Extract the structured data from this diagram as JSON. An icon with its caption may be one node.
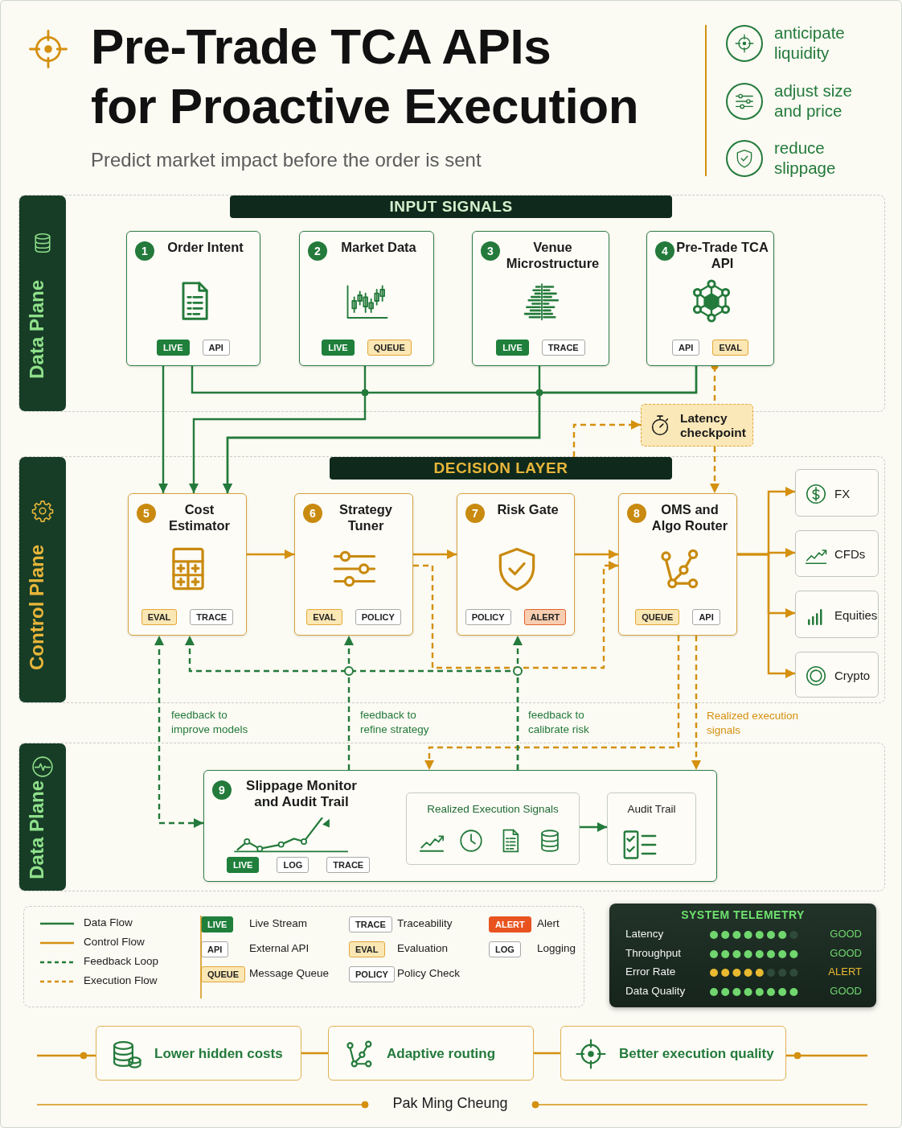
{
  "diagram": {
    "title": "Pre-Trade TCA APIs for Proactive Execution",
    "nodes": [
      {
        "text": [
          "Data Plane"
        ]
      },
      {
        "text": [
          "INPUT SIGNALS"
        ],
        "in": 0
      },
      {
        "text": [
          "1",
          "Order Intent"
        ],
        "in": 0
      },
      {
        "text": [
          "LIVE"
        ],
        "in": 2
      },
      {
        "text": [
          "API"
        ],
        "in": 2
      },
      {
        "text": [
          "2",
          "Market Data"
        ],
        "in": 0
      },
      {
        "text": [
          "LIVE"
        ],
        "in": 5
      },
      {
        "text": [
          "QUEUE"
        ],
        "in": 5
      },
      {
        "text": [
          "3",
          "Venue Microstructure"
        ],
        "in": 0
      },
      {
        "text": [
          "LIVE"
        ],
        "in": 8
      },
      {
        "text": [
          "TRACE"
        ],
        "in": 8
      },
      {
        "text": [
          "4",
          "Pre-Trade TCA API"
        ],
        "in": 0
      },
      {
        "text": [
          "API"
        ],
        "in": 11
      },
      {
        "text": [
          "EVAL"
        ],
        "in": 11
      },
      {
        "text": [
          "Latency checkpoint"
        ]
      },
      {
        "text": [
          "Control Plane"
        ]
      },
      {
        "text": [
          "DECISION LAYER"
        ],
        "in": 15
      },
      {
        "text": [
          "5",
          "Cost Estimator"
        ],
        "in": 15
      },
      {
        "text": [
          "EVAL"
        ],
        "in": 17
      },
      {
        "text": [
          "TRACE"
        ],
        "in": 17
      },
      {
        "text": [
          "6",
          "Strategy Tuner"
        ],
        "in": 15
      },
      {
        "text": [
          "EVAL"
        ],
        "in": 20
      },
      {
        "text": [
          "POLICY"
        ],
        "in": 20
      },
      {
        "text": [
          "7",
          "Risk Gate"
        ],
        "in": 15
      },
      {
        "text": [
          "POLICY"
        ],
        "in": 23
      },
      {
        "text": [
          "ALERT"
        ],
        "in": 23
      },
      {
        "text": [
          "8",
          "OMS and Algo Router"
        ],
        "in": 15
      },
      {
        "text": [
          "QUEUE"
        ],
        "in": 26
      },
      {
        "text": [
          "API"
        ],
        "in": 26
      },
      {
        "text": [
          "FX"
        ],
        "in": 15
      },
      {
        "text": [
          "CFDs"
        ],
        "in": 15
      },
      {
        "text": [
          "Equities"
        ],
        "in": 15
      },
      {
        "text": [
          "Crypto"
        ],
        "in": 15
      },
      {
        "text": [
          "Data Plane"
        ]
      },
      {
        "text": [
          "9",
          "Slippage Monitor and Audit Trail"
        ],
        "in": 33
      },
      {
        "text": [
          "LIVE"
        ],
        "in": 34
      },
      {
        "text": [
          "LOG"
        ],
        "in": 34
      },
      {
        "text": [
          "TRACE"
        ],
        "in": 34
      },
      {
        "text": [
          "Realized Execution Signals"
        ],
        "in": 34
      },
      {
        "text": [
          "Audit Trail"
        ],
        "in": 34
      },
      {
        "text": [
          "SYSTEM TELEMETRY",
          "Latency",
          "GOOD",
          "Throughput",
          "GOOD",
          "Error Rate",
          "ALERT",
          "Data Quality",
          "GOOD"
        ]
      },
      {
        "text": [
          "Lower hidden costs"
        ]
      },
      {
        "text": [
          "Adaptive routing"
        ]
      },
      {
        "text": [
          "Better execution quality"
        ]
      }
    ],
    "edges": [
      {
        "from": 2,
        "to": 17,
        "arrow": "to",
        "color": "#237a3b"
      },
      {
        "from": 2,
        "to": 11,
        "arrow": "none",
        "color": "#237a3b"
      },
      {
        "from": 5,
        "to": 17,
        "arrow": "to",
        "color": "#237a3b"
      },
      {
        "from": 8,
        "to": 17,
        "arrow": "to",
        "color": "#237a3b"
      },
      {
        "from": 11,
        "to": 17,
        "arrow": "to",
        "color": "#237a3b"
      },
      {
        "from": 11,
        "to": 14,
        "arrow": "other",
        "style": "dashed"
      },
      {
        "from": 14,
        "to": 26,
        "arrow": "to",
        "style": "dashed"
      },
      {
        "from": 16,
        "to": 14,
        "arrow": "to",
        "style": "dashed"
      },
      {
        "from": 17,
        "to": 20,
        "arrow": "to"
      },
      {
        "from": 20,
        "to": 23,
        "arrow": "to"
      },
      {
        "from": 23,
        "to": 26,
        "arrow": "to"
      },
      {
        "from": 26,
        "to": 29,
        "arrow": "to"
      },
      {
        "from": 26,
        "to": 30,
        "arrow": "to"
      },
      {
        "from": 26,
        "to": 31,
        "arrow": "to"
      },
      {
        "from": 26,
        "to": 32,
        "arrow": "to"
      },
      {
        "from": 20,
        "to": 26,
        "arrow": "to",
        "style": "dashed"
      },
      {
        "from": 26,
        "to": 34,
        "arrow": "to",
        "style": "dashed"
      },
      {
        "from": 26,
        "to": 34,
        "arrow": "to",
        "style": "dashed",
        "label": "Realized execution signals"
      },
      {
        "from": 34,
        "to": 17,
        "arrow": "both",
        "style": "dashed",
        "color": "#237a3b",
        "label": "feedback to improve models"
      },
      {
        "from": 34,
        "to": 20,
        "arrow": "to",
        "style": "dashed",
        "color": "#237a3b",
        "label": "feedback to refine strategy"
      },
      {
        "from": 34,
        "to": 23,
        "arrow": "to",
        "style": "dashed",
        "color": "#237a3b",
        "label": "feedback to calibrate risk"
      },
      {
        "from": 34,
        "to": 17,
        "arrow": "to",
        "style": "dashed",
        "color": "#237a3b"
      },
      {
        "from": 38,
        "to": 39,
        "arrow": "to",
        "color": "#237a3b"
      },
      {
        "from": null,
        "to": 41,
        "arrow": "none"
      },
      {
        "from": 41,
        "to": 42,
        "arrow": "none"
      },
      {
        "from": 42,
        "to": 43,
        "arrow": "none"
      },
      {
        "from": 43,
        "to": null,
        "arrow": "none"
      }
    ],
    "labels": [
      "Predict market impact before the order is sent",
      "anticipate liquidity",
      "adjust size and price",
      "reduce slippage",
      "LIVE",
      "API",
      "QUEUE",
      "TRACE",
      "EVAL",
      "POLICY",
      "ALERT",
      "LOG",
      "Pak Ming Cheung"
    ],
    "legend": [
      {
        "text": "Data Flow"
      },
      {
        "text": "Control Flow"
      },
      {
        "text": "Feedback Loop"
      },
      {
        "text": "Execution Flow"
      },
      {
        "text": "Live Stream"
      },
      {
        "text": "External API"
      },
      {
        "text": "Message Queue"
      },
      {
        "text": "Traceability"
      },
      {
        "text": "Evaluation"
      },
      {
        "text": "Policy Check"
      },
      {
        "text": "Alert"
      },
      {
        "text": "Logging"
      }
    ]
  }
}
